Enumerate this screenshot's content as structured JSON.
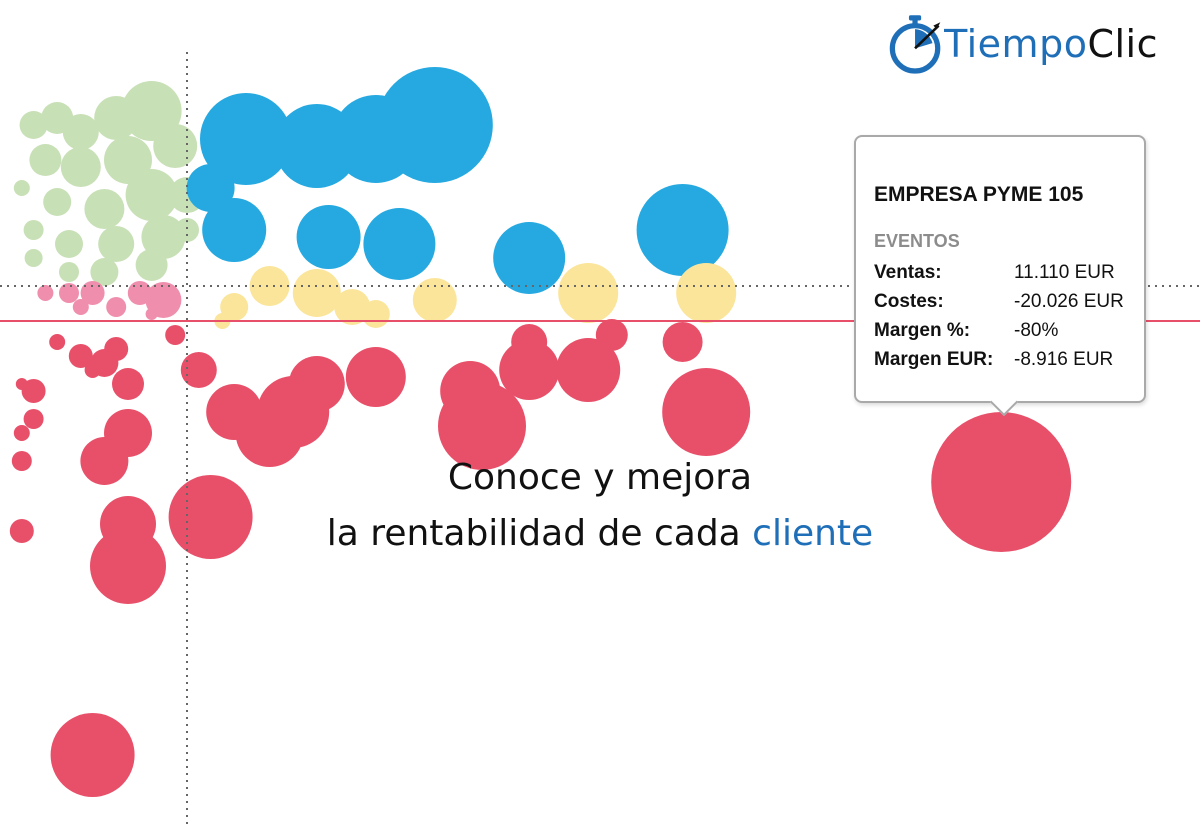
{
  "brand": {
    "part1": "Tiempo",
    "part2": "Clic",
    "icon": "stopwatch-icon",
    "color": "#1f6fb8"
  },
  "headline": {
    "line1": "Conoce y mejora",
    "line2_prefix": "la rentabilidad de cada ",
    "line2_accent": "cliente"
  },
  "tooltip": {
    "title": "EMPRESA PYME 105",
    "section": "EVENTOS",
    "rows": [
      {
        "label": "Ventas:",
        "value": "11.110 EUR"
      },
      {
        "label": "Costes:",
        "value": "-20.026 EUR"
      },
      {
        "label": "Margen %:",
        "value": "-80%"
      },
      {
        "label": "Margen EUR:",
        "value": "-8.916 EUR"
      }
    ]
  },
  "chart_data": {
    "type": "scatter",
    "title": "",
    "xlabel": "",
    "ylabel": "",
    "grid": false,
    "colors": {
      "green": "#c8e0b6",
      "blue": "#25a9e0",
      "pink": "#ef8ead",
      "yellow": "#fbe59a",
      "red": "#e8506a",
      "red_line": "#e8506a",
      "ref_line": "#666666"
    },
    "reference_lines": {
      "vertical_dotted_x": 0.15,
      "horizontal_dotted_y": 0.72,
      "horizontal_solid_y": 0.67
    },
    "points": [
      {
        "x": 0.02,
        "y": 0.95,
        "r": 14,
        "c": "green"
      },
      {
        "x": 0.04,
        "y": 0.96,
        "r": 16,
        "c": "green"
      },
      {
        "x": 0.06,
        "y": 0.94,
        "r": 18,
        "c": "green"
      },
      {
        "x": 0.09,
        "y": 0.96,
        "r": 22,
        "c": "green"
      },
      {
        "x": 0.12,
        "y": 0.97,
        "r": 30,
        "c": "green"
      },
      {
        "x": 0.03,
        "y": 0.9,
        "r": 16,
        "c": "green"
      },
      {
        "x": 0.06,
        "y": 0.89,
        "r": 20,
        "c": "green"
      },
      {
        "x": 0.1,
        "y": 0.9,
        "r": 24,
        "c": "green"
      },
      {
        "x": 0.14,
        "y": 0.92,
        "r": 22,
        "c": "green"
      },
      {
        "x": 0.01,
        "y": 0.86,
        "r": 8,
        "c": "green"
      },
      {
        "x": 0.04,
        "y": 0.84,
        "r": 14,
        "c": "green"
      },
      {
        "x": 0.08,
        "y": 0.83,
        "r": 20,
        "c": "green"
      },
      {
        "x": 0.12,
        "y": 0.85,
        "r": 26,
        "c": "green"
      },
      {
        "x": 0.15,
        "y": 0.85,
        "r": 18,
        "c": "green"
      },
      {
        "x": 0.02,
        "y": 0.8,
        "r": 10,
        "c": "green"
      },
      {
        "x": 0.05,
        "y": 0.78,
        "r": 14,
        "c": "green"
      },
      {
        "x": 0.09,
        "y": 0.78,
        "r": 18,
        "c": "green"
      },
      {
        "x": 0.13,
        "y": 0.79,
        "r": 22,
        "c": "green"
      },
      {
        "x": 0.15,
        "y": 0.8,
        "r": 12,
        "c": "green"
      },
      {
        "x": 0.02,
        "y": 0.76,
        "r": 9,
        "c": "green"
      },
      {
        "x": 0.05,
        "y": 0.74,
        "r": 10,
        "c": "green"
      },
      {
        "x": 0.08,
        "y": 0.74,
        "r": 14,
        "c": "green"
      },
      {
        "x": 0.12,
        "y": 0.75,
        "r": 16,
        "c": "green"
      },
      {
        "x": 0.2,
        "y": 0.93,
        "r": 46,
        "c": "blue"
      },
      {
        "x": 0.26,
        "y": 0.92,
        "r": 42,
        "c": "blue"
      },
      {
        "x": 0.31,
        "y": 0.93,
        "r": 44,
        "c": "blue"
      },
      {
        "x": 0.36,
        "y": 0.95,
        "r": 58,
        "c": "blue"
      },
      {
        "x": 0.17,
        "y": 0.86,
        "r": 24,
        "c": "blue"
      },
      {
        "x": 0.19,
        "y": 0.8,
        "r": 32,
        "c": "blue"
      },
      {
        "x": 0.27,
        "y": 0.79,
        "r": 32,
        "c": "blue"
      },
      {
        "x": 0.33,
        "y": 0.78,
        "r": 36,
        "c": "blue"
      },
      {
        "x": 0.44,
        "y": 0.76,
        "r": 36,
        "c": "blue"
      },
      {
        "x": 0.57,
        "y": 0.8,
        "r": 46,
        "c": "blue"
      },
      {
        "x": 0.03,
        "y": 0.71,
        "r": 8,
        "c": "pink"
      },
      {
        "x": 0.05,
        "y": 0.71,
        "r": 10,
        "c": "pink"
      },
      {
        "x": 0.07,
        "y": 0.71,
        "r": 12,
        "c": "pink"
      },
      {
        "x": 0.06,
        "y": 0.69,
        "r": 8,
        "c": "pink"
      },
      {
        "x": 0.09,
        "y": 0.69,
        "r": 10,
        "c": "pink"
      },
      {
        "x": 0.11,
        "y": 0.71,
        "r": 12,
        "c": "pink"
      },
      {
        "x": 0.13,
        "y": 0.7,
        "r": 18,
        "c": "pink"
      },
      {
        "x": 0.12,
        "y": 0.68,
        "r": 6,
        "c": "pink"
      },
      {
        "x": 0.18,
        "y": 0.67,
        "r": 8,
        "c": "yellow"
      },
      {
        "x": 0.19,
        "y": 0.69,
        "r": 14,
        "c": "yellow"
      },
      {
        "x": 0.22,
        "y": 0.72,
        "r": 20,
        "c": "yellow"
      },
      {
        "x": 0.26,
        "y": 0.71,
        "r": 24,
        "c": "yellow"
      },
      {
        "x": 0.29,
        "y": 0.69,
        "r": 18,
        "c": "yellow"
      },
      {
        "x": 0.31,
        "y": 0.68,
        "r": 14,
        "c": "yellow"
      },
      {
        "x": 0.36,
        "y": 0.7,
        "r": 22,
        "c": "yellow"
      },
      {
        "x": 0.49,
        "y": 0.71,
        "r": 30,
        "c": "yellow"
      },
      {
        "x": 0.59,
        "y": 0.71,
        "r": 30,
        "c": "yellow"
      },
      {
        "x": 0.04,
        "y": 0.64,
        "r": 8,
        "c": "red"
      },
      {
        "x": 0.06,
        "y": 0.62,
        "r": 12,
        "c": "red"
      },
      {
        "x": 0.08,
        "y": 0.61,
        "r": 14,
        "c": "red"
      },
      {
        "x": 0.09,
        "y": 0.63,
        "r": 12,
        "c": "red"
      },
      {
        "x": 0.07,
        "y": 0.6,
        "r": 8,
        "c": "red"
      },
      {
        "x": 0.1,
        "y": 0.58,
        "r": 16,
        "c": "red"
      },
      {
        "x": 0.14,
        "y": 0.65,
        "r": 10,
        "c": "red"
      },
      {
        "x": 0.16,
        "y": 0.6,
        "r": 18,
        "c": "red"
      },
      {
        "x": 0.01,
        "y": 0.58,
        "r": 6,
        "c": "red"
      },
      {
        "x": 0.02,
        "y": 0.57,
        "r": 12,
        "c": "red"
      },
      {
        "x": 0.02,
        "y": 0.53,
        "r": 10,
        "c": "red"
      },
      {
        "x": 0.01,
        "y": 0.51,
        "r": 8,
        "c": "red"
      },
      {
        "x": 0.01,
        "y": 0.47,
        "r": 10,
        "c": "red"
      },
      {
        "x": 0.1,
        "y": 0.51,
        "r": 24,
        "c": "red"
      },
      {
        "x": 0.08,
        "y": 0.47,
        "r": 24,
        "c": "red"
      },
      {
        "x": 0.19,
        "y": 0.54,
        "r": 28,
        "c": "red"
      },
      {
        "x": 0.22,
        "y": 0.51,
        "r": 34,
        "c": "red"
      },
      {
        "x": 0.24,
        "y": 0.54,
        "r": 36,
        "c": "red"
      },
      {
        "x": 0.26,
        "y": 0.58,
        "r": 28,
        "c": "red"
      },
      {
        "x": 0.31,
        "y": 0.59,
        "r": 30,
        "c": "red"
      },
      {
        "x": 0.39,
        "y": 0.57,
        "r": 30,
        "c": "red"
      },
      {
        "x": 0.4,
        "y": 0.52,
        "r": 44,
        "c": "red"
      },
      {
        "x": 0.44,
        "y": 0.6,
        "r": 30,
        "c": "red"
      },
      {
        "x": 0.44,
        "y": 0.64,
        "r": 18,
        "c": "red"
      },
      {
        "x": 0.49,
        "y": 0.6,
        "r": 32,
        "c": "red"
      },
      {
        "x": 0.51,
        "y": 0.65,
        "r": 16,
        "c": "red"
      },
      {
        "x": 0.57,
        "y": 0.64,
        "r": 20,
        "c": "red"
      },
      {
        "x": 0.59,
        "y": 0.54,
        "r": 44,
        "c": "red"
      },
      {
        "x": 0.01,
        "y": 0.37,
        "r": 12,
        "c": "red"
      },
      {
        "x": 0.1,
        "y": 0.38,
        "r": 28,
        "c": "red"
      },
      {
        "x": 0.17,
        "y": 0.39,
        "r": 42,
        "c": "red"
      },
      {
        "x": 0.1,
        "y": 0.32,
        "r": 38,
        "c": "red"
      },
      {
        "x": 0.07,
        "y": 0.05,
        "r": 42,
        "c": "red"
      },
      {
        "x": 0.84,
        "y": 0.44,
        "r": 70,
        "c": "red"
      }
    ]
  }
}
